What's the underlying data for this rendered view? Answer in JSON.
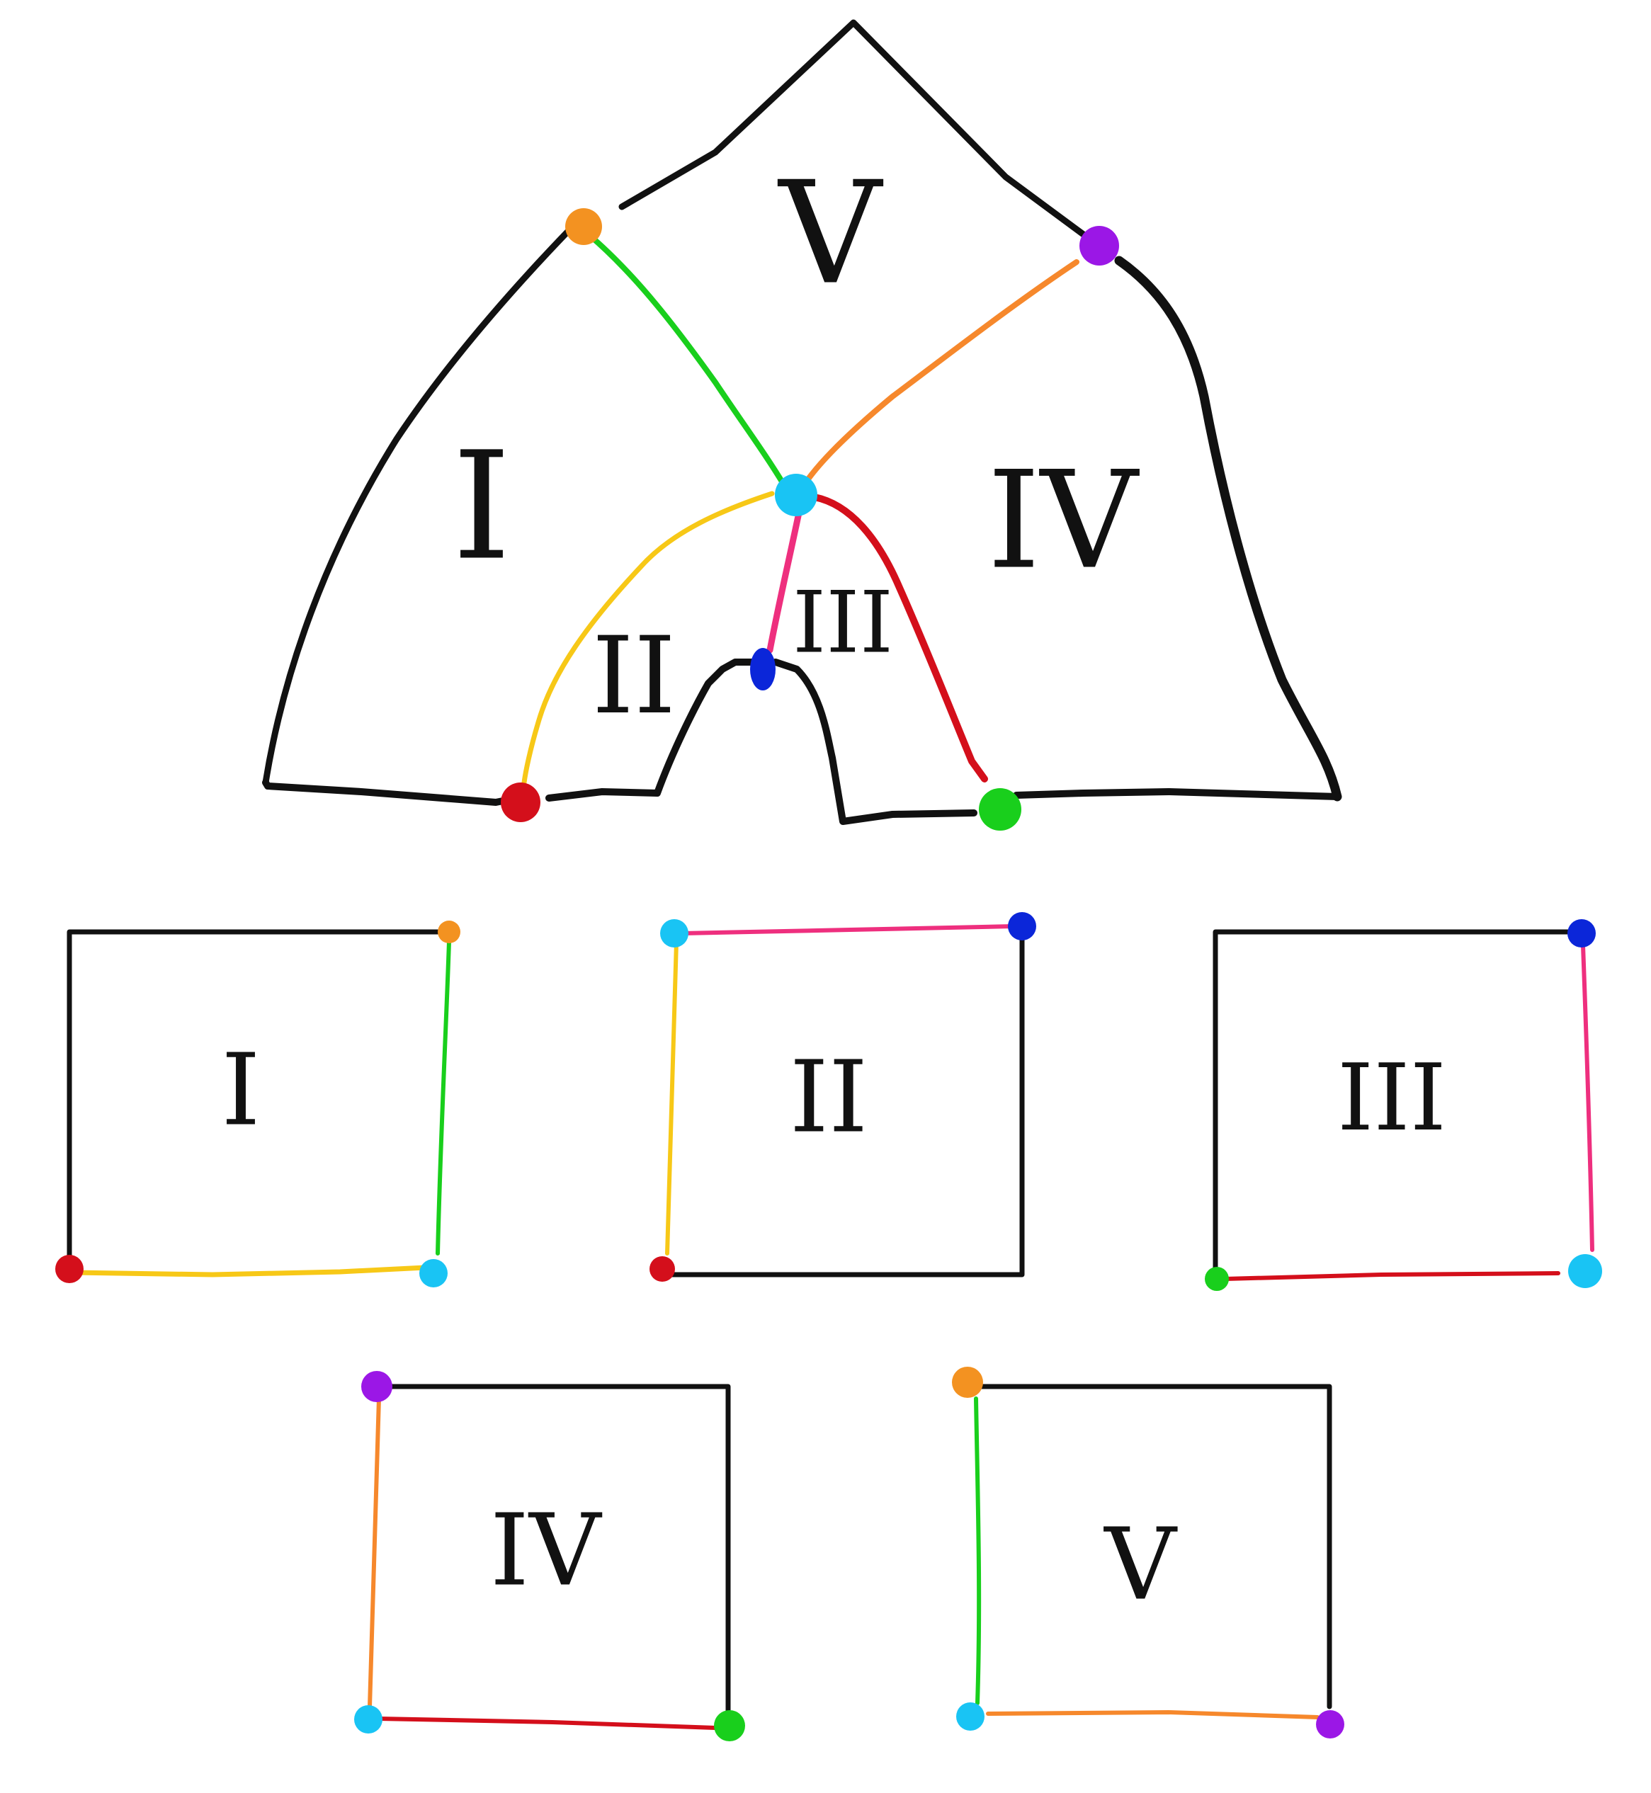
{
  "colors": {
    "outline": "#111111",
    "orange": "#f39221",
    "purple": "#9b17e6",
    "cyan": "#19c4f4",
    "blue": "#0b26d9",
    "red": "#d40f1b",
    "green": "#19cf1c",
    "yellow": "#f7c817",
    "pink": "#ee2f7e",
    "edge_orange": "#f6882c"
  },
  "regions": [
    {
      "id": "I",
      "label": "I"
    },
    {
      "id": "II",
      "label": "II"
    },
    {
      "id": "III",
      "label": "III"
    },
    {
      "id": "IV",
      "label": "IV"
    },
    {
      "id": "V",
      "label": "V"
    }
  ],
  "vertices": [
    {
      "id": "orange-vertex",
      "color": "orange"
    },
    {
      "id": "purple-vertex",
      "color": "purple"
    },
    {
      "id": "cyan-vertex",
      "color": "cyan"
    },
    {
      "id": "blue-vertex",
      "color": "blue"
    },
    {
      "id": "red-vertex",
      "color": "red"
    },
    {
      "id": "green-vertex",
      "color": "green"
    }
  ],
  "edges": [
    {
      "from": "orange-vertex",
      "to": "cyan-vertex",
      "color": "green"
    },
    {
      "from": "purple-vertex",
      "to": "cyan-vertex",
      "color": "edge_orange"
    },
    {
      "from": "cyan-vertex",
      "to": "red-vertex",
      "color": "yellow"
    },
    {
      "from": "cyan-vertex",
      "to": "blue-vertex",
      "color": "pink"
    },
    {
      "from": "cyan-vertex",
      "to": "green-vertex",
      "color": "red"
    }
  ],
  "pieces": [
    {
      "label": "I",
      "corners": [
        "orange-vertex",
        "cyan-vertex",
        "red-vertex"
      ],
      "edges": [
        "green",
        "yellow"
      ]
    },
    {
      "label": "II",
      "corners": [
        "cyan-vertex",
        "blue-vertex",
        "red-vertex"
      ],
      "edges": [
        "pink",
        "yellow"
      ]
    },
    {
      "label": "III",
      "corners": [
        "blue-vertex",
        "cyan-vertex",
        "green-vertex"
      ],
      "edges": [
        "pink",
        "red"
      ]
    },
    {
      "label": "IV",
      "corners": [
        "purple-vertex",
        "cyan-vertex",
        "green-vertex"
      ],
      "edges": [
        "edge_orange",
        "red"
      ]
    },
    {
      "label": "V",
      "corners": [
        "orange-vertex",
        "cyan-vertex",
        "purple-vertex"
      ],
      "edges": [
        "green",
        "edge_orange"
      ]
    }
  ]
}
